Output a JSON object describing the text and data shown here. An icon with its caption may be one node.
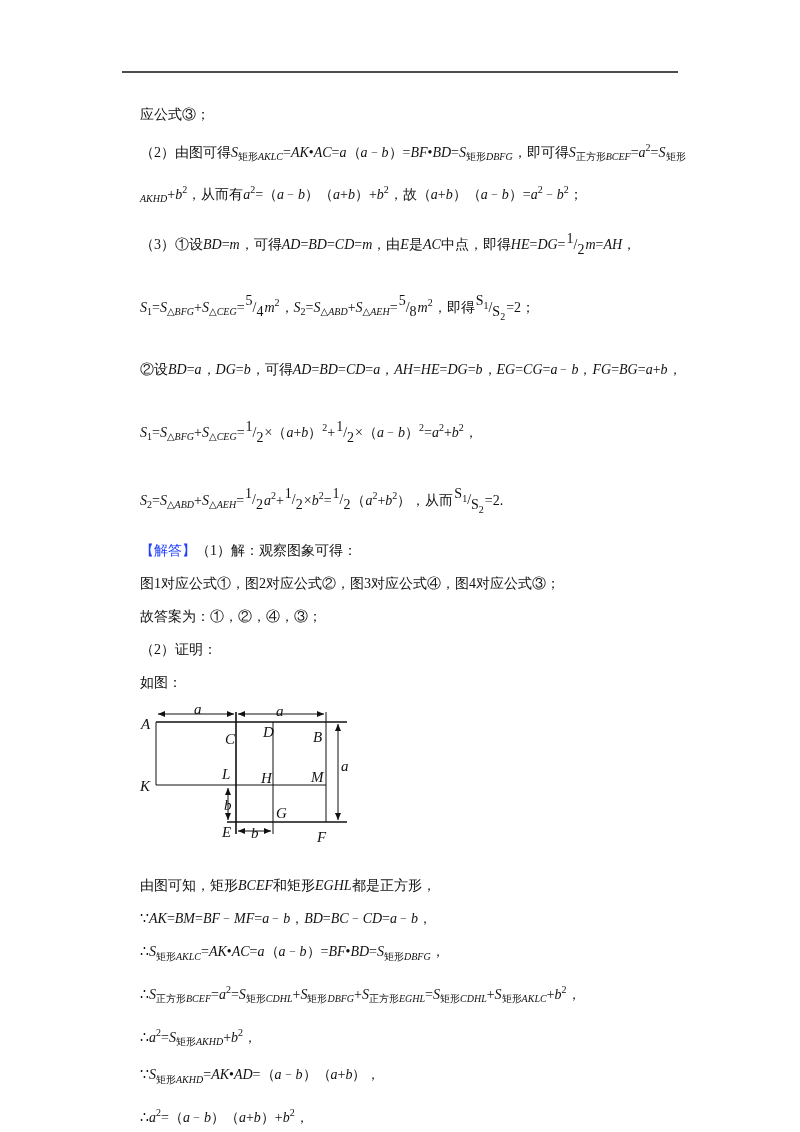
{
  "diagram": {
    "labels": [
      "应公式③；",
      "（2）由图可得S$_{矩形AKLC}$=AK•AC=a（a﹣b）=BF•BD=S$_{矩形DBFG}$，即可得S$_{正方形BCEF}$=a$^{2}$=S$_{矩形AKHD}$+b$^{2}$，从而有a$^{2}$=（a﹣b）（a+b）+b$^{2}$，故（a+b）（a﹣b）=a$^{2}$﹣b$^{2}$；",
      "（3）①设BD=m，可得AD=BD=CD=m，由E是AC中点，即得HE=DG=1/2m=AH，S$_{1}$=S$_{△BFG}$+S$_{△CEG}$=5/4m$^{2}$，S$_{2}$=S$_{△ABD}$+S$_{△AEH}$=5/8m$^{2}$，即得S$_{1}$/S$_{2}$=2；",
      "②设BD=a，DG=b，可得AD=BD=CD=a，AH=HE=DG=b，EG=CG=a﹣b，FG=BG=a+b，S$_{1}$=S$_{△BFG}$+S$_{△CEG}$=1/2×（a+b）$^{2}$+1/2×（a﹣b）$^{2}$=a$^{2}$+b$^{2}$，S$_{2}$=S$_{△ABD}$+S$_{△AEH}$=1/2a$^{2}$+1/2×b$^{2}$=1/2（a$^{2}$+b$^{2}$），从而S$_{1}$/S$_{2}$=2.",
      "【解答】",
      "（1）解：观察图象可得：",
      "图1对应公式①，图2对应公式②，图3对应公式④，图4对应公式③；",
      "故答案为：①，②，④，③；",
      "（2）证明：",
      "如图：",
      "a",
      "a",
      "A",
      "C",
      "D",
      "B",
      "a",
      "K",
      "L",
      "H",
      "M",
      "b",
      "G",
      "E",
      "b",
      "F",
      "由图可知，矩形BCEF和矩形EGHL都是正方形，",
      "∵AK=BM=BF﹣MF=a﹣b，BD=BC﹣CD=a﹣b，",
      "∴S$_{矩形AKLC}$=AK•AC=a（a﹣b）=BF•BD=S$_{矩形DBFG}$，",
      "∴S$_{正方形BCEF}$=a$^{2}$=S$_{矩形CDHL}$+S$_{矩形DBFG}$+S$_{正方形EGHL}$=S$_{矩形CDHL}$+S$_{矩形AKLC}$+b$^{2}$，",
      "∴a$^{2}$=S$_{矩形AKHD}$+b$^{2}$，",
      "∵S$_{矩形AKHD}$=AK•AD=（a﹣b）（a+b），",
      "∴a$^{2}$=（a﹣b）（a+b）+b$^{2}$，"
    ]
  }
}
